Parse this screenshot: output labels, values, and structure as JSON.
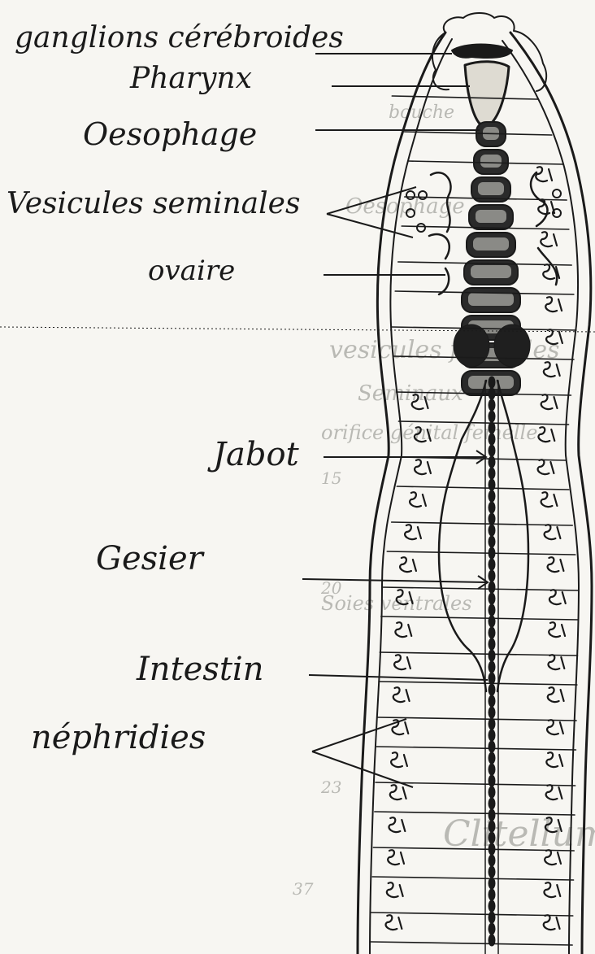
{
  "labels": [
    {
      "id": "ganglions",
      "text": "ganglions cérébroides"
    },
    {
      "id": "pharynx",
      "text": "Pharynx"
    },
    {
      "id": "oesophage",
      "text": "Oesophage"
    },
    {
      "id": "vesicules",
      "text": "Vesicules seminales"
    },
    {
      "id": "ovaire",
      "text": "ovaire"
    },
    {
      "id": "jabot",
      "text": "Jabot"
    },
    {
      "id": "gesier",
      "text": "Gesier"
    },
    {
      "id": "intestin",
      "text": "Intestin"
    },
    {
      "id": "nephridies",
      "text": "néphridies"
    }
  ],
  "show_through": [
    {
      "id": "bouche",
      "text": "bouche"
    },
    {
      "id": "oesophage_faint",
      "text": "Oesophage"
    },
    {
      "id": "vesicules_faint",
      "text": "vesicules fecondes"
    },
    {
      "id": "seminaux",
      "text": "Seminaux"
    },
    {
      "id": "orifice",
      "text": "orifice génital femelle"
    },
    {
      "id": "soies",
      "text": "Soies ventrales"
    },
    {
      "id": "clitellum",
      "text": "Clitellum"
    },
    {
      "id": "n15",
      "text": "15"
    },
    {
      "id": "n20",
      "text": "20"
    },
    {
      "id": "n23",
      "text": "23"
    },
    {
      "id": "n37",
      "text": "37"
    }
  ],
  "colors": {
    "ink": "#1a1a1a",
    "paper": "#f7f6f2",
    "faint": "#b9b9b4"
  }
}
